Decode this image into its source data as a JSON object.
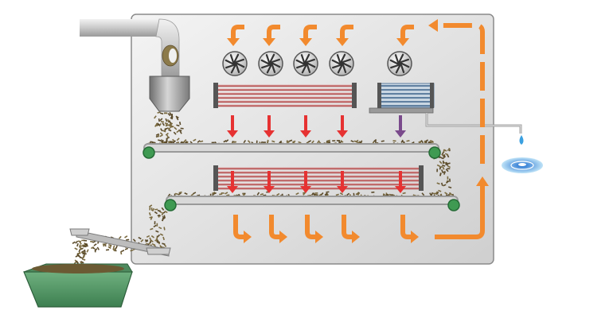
{
  "diagram": {
    "kind": "conveyor-dryer-process",
    "labels": [],
    "components": {
      "housing": "dryer-cabinet",
      "inlet": "feed-pipe-with-hopper",
      "fans": {
        "count": 5,
        "icon": "fan-icon"
      },
      "heaters_upper": {
        "count": 1,
        "icon": "heating-coil-icon"
      },
      "heaters_lower": {
        "count": 1,
        "icon": "heating-coil-icon"
      },
      "condenser": {
        "icon": "condenser-coil-icon"
      },
      "conveyors": {
        "count": 2,
        "icon": "belt-conveyor-icon"
      },
      "outlet": "inclined-chute-to-bin",
      "water_drop": "water-drop-icon"
    },
    "arrows": {
      "hot_air_down_upper": 4,
      "hot_air_down_lower": 5,
      "exhaust_recirculate": 5,
      "intake_curved": 5,
      "condensate_down": 1
    },
    "colors": {
      "housing_fill": "#e4e4e4",
      "housing_edge": "#8a8a8a",
      "air_flow": "#f28a2e",
      "heat_arrow": "#e63232",
      "cool_arrow": "#7a4a8c",
      "heater_coil": "#b85a5a",
      "condenser_coil": "#5f7fa0",
      "belt": "#bdbdbd",
      "roller": "#3f9a52",
      "material": "#7a6a40",
      "bin": "#5a9a6a",
      "water": "#3aa0e0"
    }
  }
}
